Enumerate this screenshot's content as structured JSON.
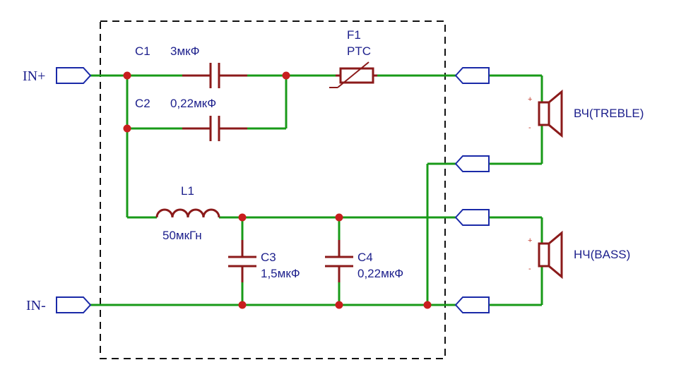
{
  "ports": {
    "in_plus": "IN+",
    "in_minus": "IN-"
  },
  "components": {
    "c1": {
      "ref": "C1",
      "value": "3мкФ"
    },
    "c2": {
      "ref": "C2",
      "value": "0,22мкФ"
    },
    "f1": {
      "ref": "F1",
      "value": "PTC"
    },
    "l1": {
      "ref": "L1",
      "value": "50мкГн"
    },
    "c3": {
      "ref": "C3",
      "value": "1,5мкФ"
    },
    "c4": {
      "ref": "C4",
      "value": "0,22мкФ"
    }
  },
  "speakers": {
    "treble": {
      "label": "ВЧ(TREBLE)",
      "plus": "+",
      "minus": "-"
    },
    "bass": {
      "label": "НЧ(BASS)",
      "plus": "+",
      "minus": "-"
    }
  },
  "colors": {
    "wire": "#189a18",
    "component": "#8b1a1a",
    "connector": "#1a2aa8",
    "junction": "#c81e1e",
    "text": "#1c1f8c"
  }
}
